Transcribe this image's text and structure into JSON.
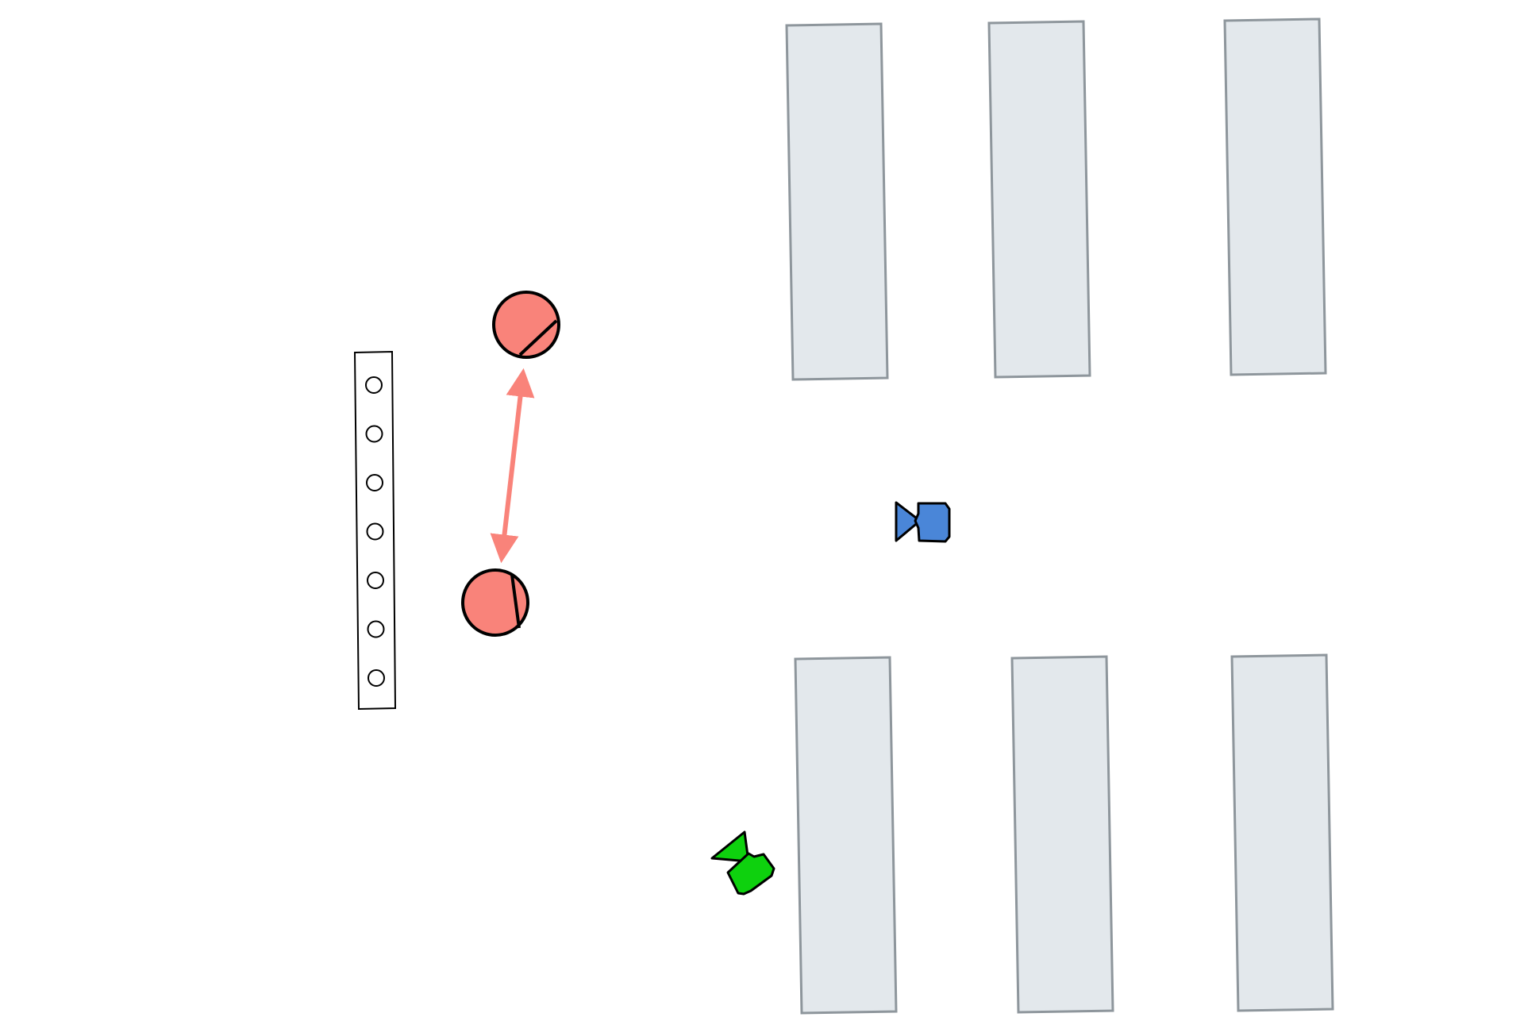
{
  "diagram": {
    "colors": {
      "background": "#ffffff",
      "shelf_fill": "#e3e8ec",
      "shelf_stroke": "#8e969c",
      "person_fill": "#f9837a",
      "arrow": "#f9837a",
      "camera_blue": "#4a86d8",
      "camera_green": "#0ed10e",
      "outline": "#000000"
    },
    "shelves": [
      {
        "name": "shelf-top-1",
        "row": "top"
      },
      {
        "name": "shelf-top-2",
        "row": "top"
      },
      {
        "name": "shelf-top-3",
        "row": "top"
      },
      {
        "name": "shelf-bottom-1",
        "row": "bottom"
      },
      {
        "name": "shelf-bottom-2",
        "row": "bottom"
      },
      {
        "name": "shelf-bottom-3",
        "row": "bottom"
      }
    ],
    "rack": {
      "slot_count": 7
    },
    "persons": [
      {
        "name": "person-top",
        "role": "person-icon"
      },
      {
        "name": "person-bottom",
        "role": "person-icon"
      }
    ],
    "connector": {
      "name": "double-arrow",
      "style": "bidirectional"
    },
    "cameras": [
      {
        "name": "camera-blue-icon",
        "color_key": "camera_blue"
      },
      {
        "name": "camera-green-icon",
        "color_key": "camera_green"
      }
    ]
  }
}
